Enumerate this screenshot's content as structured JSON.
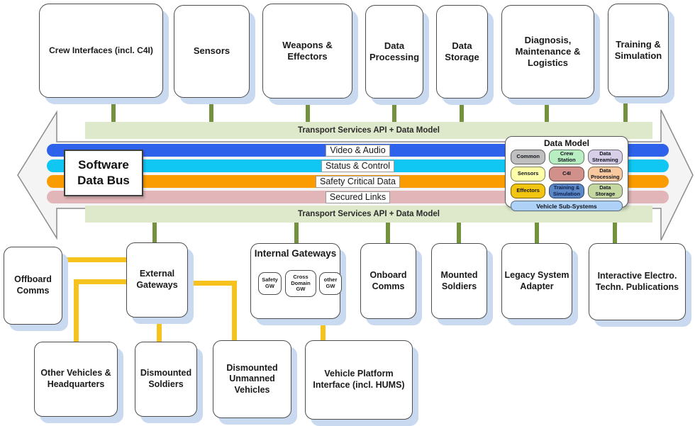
{
  "modules_top": [
    "Crew Interfaces (incl. C4I)",
    "Sensors",
    "Weapons & Effectors",
    "Data Processing",
    "Data Storage",
    "Diagnosis, Maintenance & Logistics",
    "Training & Simulation"
  ],
  "bus": {
    "label": "Software Data Bus",
    "transport_api": "Transport Services API + Data Model",
    "channels": [
      {
        "label": "Video & Audio",
        "color": "#2f62ea"
      },
      {
        "label": "Status & Control",
        "color": "#0fc7f2"
      },
      {
        "label": "Safety Critical Data",
        "color": "#fa9b00"
      },
      {
        "label": "Secured Links",
        "color": "#e2b6b8"
      }
    ]
  },
  "data_model": {
    "title": "Data Model",
    "chips": [
      {
        "label": "Common",
        "bg": "#bfbfbf"
      },
      {
        "label": "Crew Station",
        "bg": "#b9eec2"
      },
      {
        "label": "Data Streaming",
        "bg": "#d6cfe7"
      },
      {
        "label": "Sensors",
        "bg": "#ffffaa"
      },
      {
        "label": "C4I",
        "bg": "#d2908b"
      },
      {
        "label": "Data Processing",
        "bg": "#f8c99e"
      },
      {
        "label": "Effectors",
        "bg": "#f2c511"
      },
      {
        "label": "Training & Simulation",
        "bg": "#5d88c6"
      },
      {
        "label": "Data Storage",
        "bg": "#c6d8a2"
      }
    ],
    "footer": {
      "label": "Vehicle Sub-Systems",
      "bg": "#aed2f7"
    }
  },
  "modules_bottom": [
    "Offboard Comms",
    "External Gateways",
    "Internal Gateways",
    "Onboard Comms",
    "Mounted Soldiers",
    "Legacy System Adapter",
    "Interactive Electro. Techn. Publications"
  ],
  "internal_gateways": [
    "Safety GW",
    "Cross Domain GW",
    "other GW"
  ],
  "modules_external": [
    "Other Vehicles & Headquarters",
    "Dismounted Soldiers",
    "Dismounted Unmanned Vehicles",
    "Vehicle Platform Interface (incl. HUMS)"
  ],
  "colors": {
    "connector_green": "#74923d",
    "connector_yellow": "#f6c21d",
    "transport_band_bg": "#dee8ca",
    "box_shadow": "#c9d9ef",
    "arrow_fill": "#f4f4f4",
    "arrow_stroke": "#8c8c8c"
  }
}
